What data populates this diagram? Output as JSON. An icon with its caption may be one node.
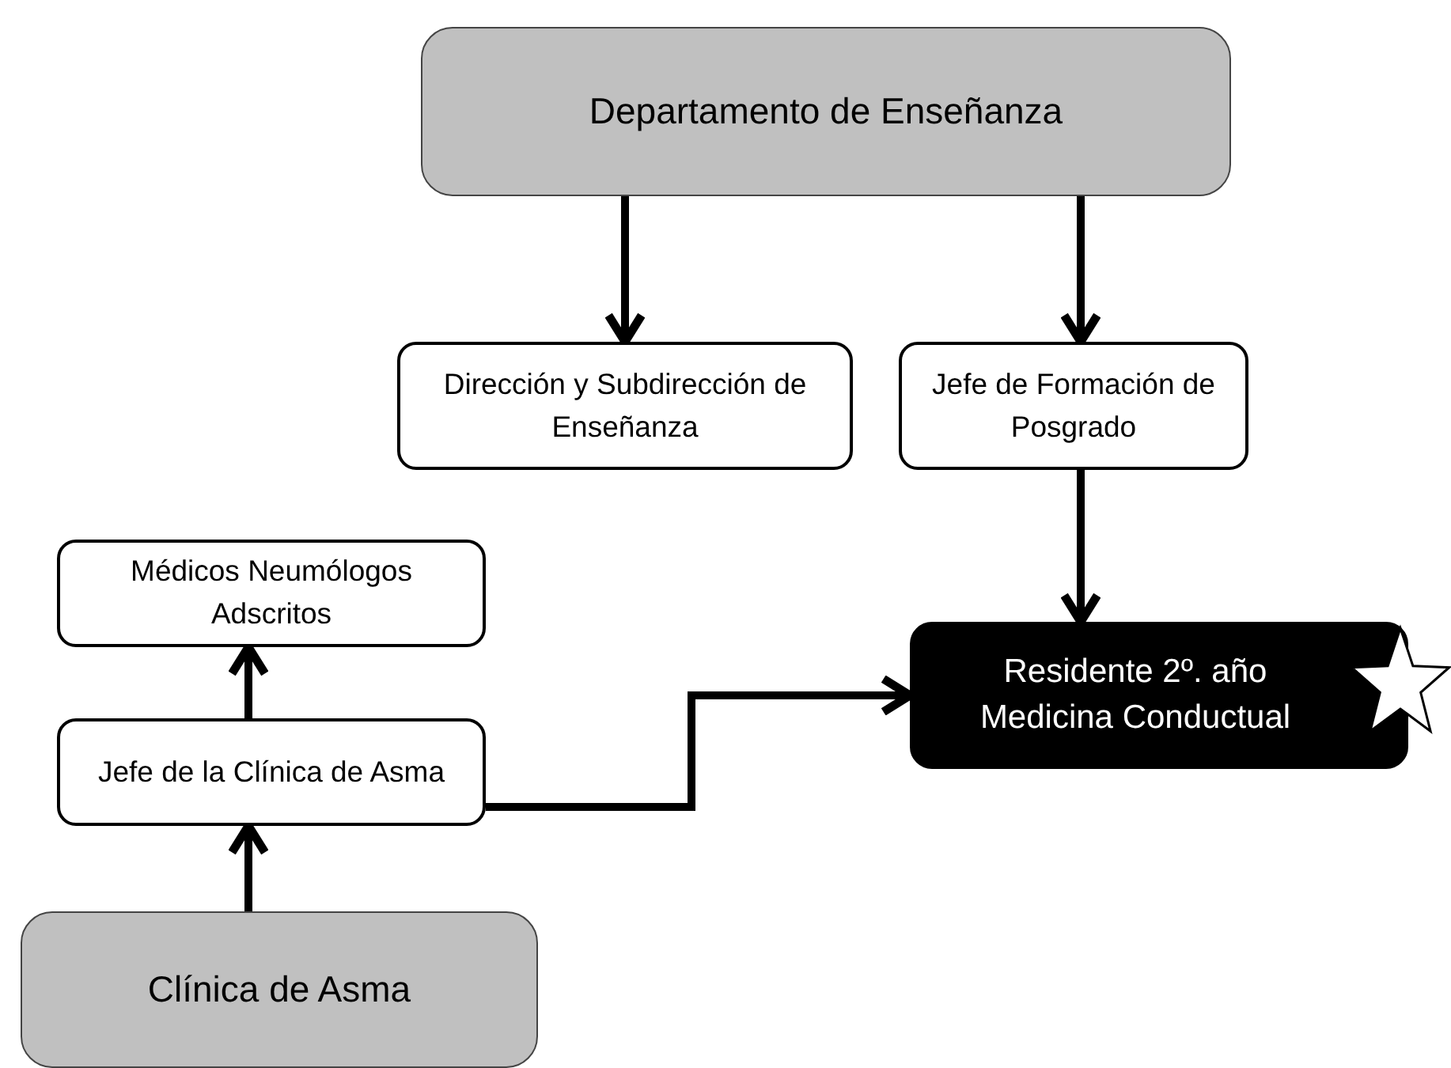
{
  "diagram": {
    "nodes": [
      {
        "text": [
          "Departamento de Enseñanza"
        ]
      },
      {
        "text": [
          "Dirección y Subdirección de Enseñanza"
        ]
      },
      {
        "text": [
          "Jefe de Formación de Posgrado"
        ]
      },
      {
        "text": [
          "Médicos Neumólogos Adscritos"
        ]
      },
      {
        "text": [
          "Jefe de la Clínica de Asma"
        ]
      },
      {
        "text": [
          "Residente 2º. año Medicina Conductual"
        ]
      },
      {
        "text": [
          "Clínica de Asma"
        ]
      }
    ],
    "edges": [
      {
        "from": 0,
        "to": 1,
        "arrow": "to"
      },
      {
        "from": 0,
        "to": 2,
        "arrow": "to"
      },
      {
        "from": 2,
        "to": 5,
        "arrow": "to"
      },
      {
        "from": 4,
        "to": 3,
        "arrow": "to"
      },
      {
        "from": 6,
        "to": 4,
        "arrow": "to"
      },
      {
        "from": 4,
        "to": 5,
        "arrow": "to"
      }
    ]
  }
}
